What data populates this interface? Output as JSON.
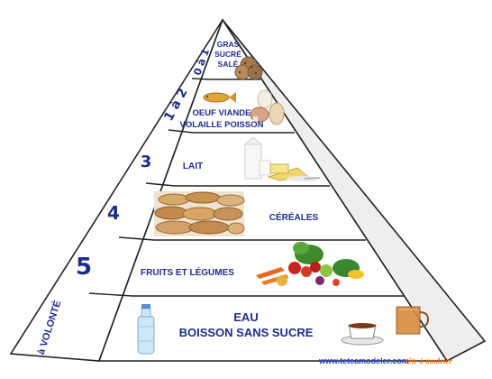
{
  "levels": [
    {
      "portions": "0 à 1",
      "label_lines": [
        "GRAS",
        "SUCRÉ",
        "SALÉ"
      ],
      "image": "cookies"
    },
    {
      "portions": "1 à 2",
      "label_lines": [
        "OEUF VIANDE",
        "VOLAILLE POISSON"
      ],
      "image": "fish-egg-chicken"
    },
    {
      "portions": "3",
      "label_lines": [
        "LAIT"
      ],
      "image": "dairy-products"
    },
    {
      "portions": "4",
      "label_lines": [
        "CÉRÉALES"
      ],
      "image": "bread-loaves"
    },
    {
      "portions": "5",
      "label_lines": [
        "FRUITS ET LÉGUMES"
      ],
      "image": "fruits-vegetables"
    },
    {
      "portions": "à VOLONTÉ",
      "label_lines": [
        "EAU",
        "BOISSON SANS SUCRE"
      ],
      "image": "water-bottle-tea"
    }
  ],
  "footer": {
    "website": "www.teteamodeler.com",
    "logo": "tête à modeler"
  }
}
